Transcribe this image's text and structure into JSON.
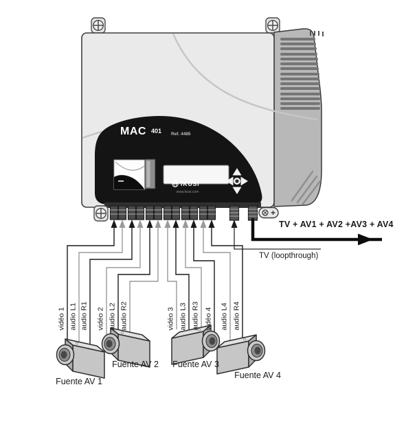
{
  "device": {
    "model": "MAC",
    "model_number": "401",
    "reference": "Ref. 4485",
    "brand": "IKUSI",
    "brand_site": "www.ikusi.com"
  },
  "outputs": {
    "rf_combined": "TV + AV1 + AV2 +AV3 + AV4",
    "loopthrough": "TV (loopthrough)"
  },
  "inputs": [
    "vidéo 1",
    "audio L1",
    "audio R1",
    "vidéo 2",
    "audio L2",
    "audio R2",
    "vidéo 3",
    "audio L3",
    "audio R3",
    "vidéo 4",
    "audio L4",
    "audio R4"
  ],
  "sources": [
    "Fuente AV 1",
    "Fuente AV 2",
    "Fuente AV 3",
    "Fuente AV 4"
  ],
  "icons": {
    "globe": "globe-icon",
    "screw": "phillips-screw-icon",
    "nav_up": "nav-up-icon",
    "nav_down": "nav-down-icon",
    "nav_left": "nav-left-icon",
    "nav_right": "nav-right-icon",
    "power": "power-connector-icon"
  },
  "colors": {
    "panel_black": "#141414",
    "body_gray": "#eaeaea",
    "side_gray": "#b8b8b8",
    "wire_black": "#1a1a1a",
    "wire_gray": "#9a9a9a"
  }
}
